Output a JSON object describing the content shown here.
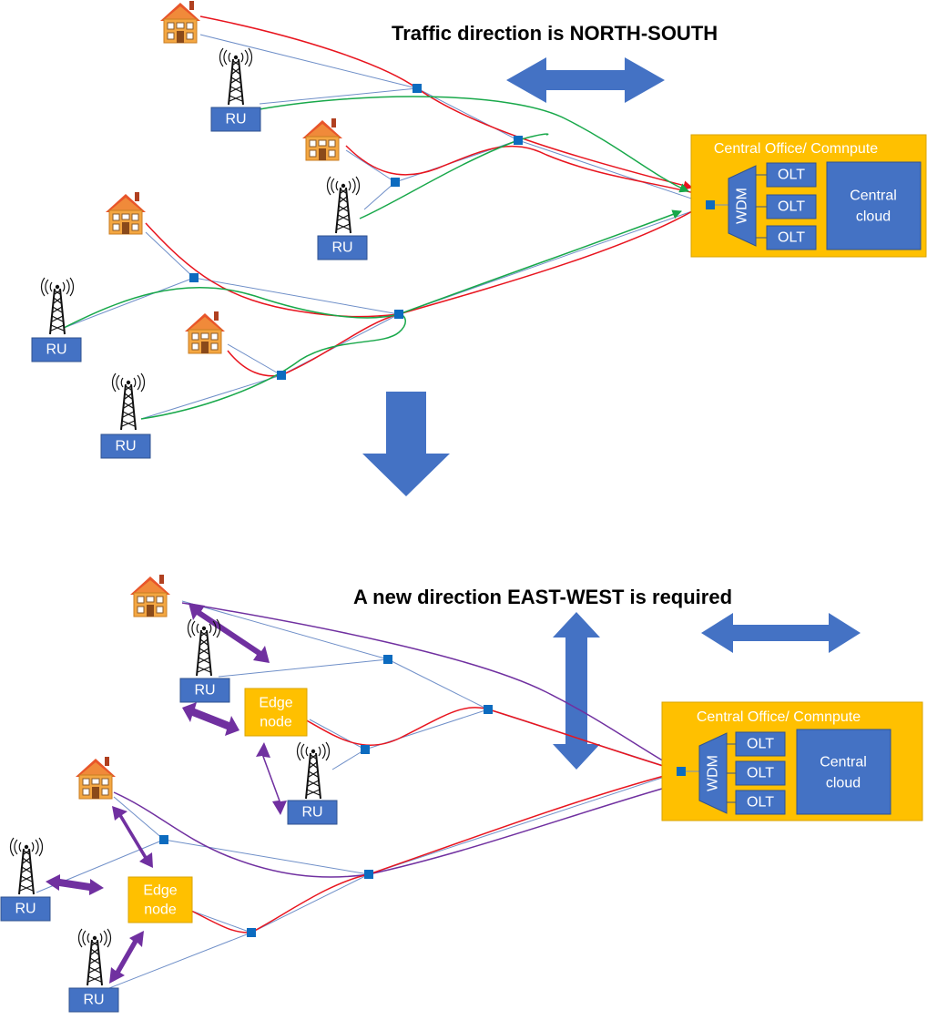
{
  "top": {
    "title": "Traffic direction is NORTH-SOUTH",
    "ru_label": "RU",
    "central_office": {
      "title": "Central Office/ Comnpute",
      "wdm": "WDM",
      "olt": [
        "OLT",
        "OLT",
        "OLT"
      ],
      "cloud": [
        "Central",
        "cloud"
      ]
    }
  },
  "bottom": {
    "title": "A new direction EAST-WEST is required",
    "ru_label": "RU",
    "edge_node": [
      "Edge",
      "node"
    ],
    "central_office": {
      "title": "Central Office/ Comnpute",
      "wdm": "WDM",
      "olt": [
        "OLT",
        "OLT",
        "OLT"
      ],
      "cloud": [
        "Central",
        "cloud"
      ]
    }
  },
  "colors": {
    "blue": "#4472c4",
    "orange": "#ffc000",
    "red": "#e8141e",
    "green": "#18a84a",
    "purple": "#7030a0",
    "splitter": "#0c6bbf",
    "thin_line": "#6f8fc8"
  }
}
